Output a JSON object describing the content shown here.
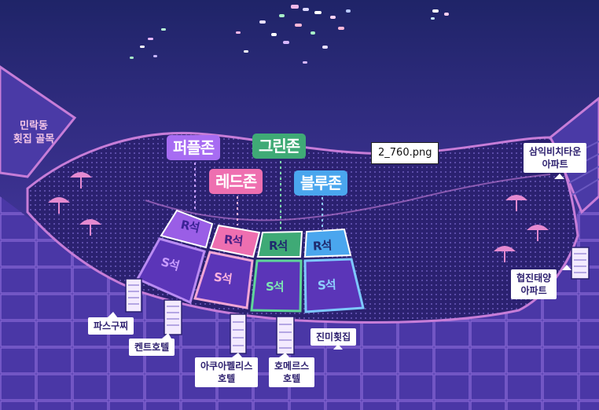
{
  "zones": {
    "purple": {
      "label": "퍼플존",
      "color": "#a76cf2"
    },
    "red": {
      "label": "레드존",
      "color": "#ee6fb0"
    },
    "green": {
      "label": "그린존",
      "color": "#3faa76"
    },
    "blue": {
      "label": "블루존",
      "color": "#4aa6ee"
    }
  },
  "seats": {
    "r_purple": "R석",
    "r_red": "R석",
    "r_green": "R석",
    "r_blue": "R석",
    "s_purple": "S석",
    "s_red": "S석",
    "s_green": "S석",
    "s_blue": "S석"
  },
  "places": {
    "minrak": "민락동\n횟집 골목",
    "samik": "삼익비치타운\n아파트",
    "hyeopjin": "협진태양\n아파트",
    "paskuchi": "파스구찌",
    "kent": "켄트호텔",
    "aqua": "아쿠아펠리스\n호텔",
    "homers": "호메르스\n호텔",
    "jinmi": "진미횟집"
  },
  "file_label": "2_760.png",
  "colors": {
    "sky_top": "#2e2a78",
    "sky_bottom": "#5b3fb0",
    "sea": "#6a4fcb",
    "land": "#3d2f94",
    "road": "#a178d8",
    "beach": "#2a2070"
  }
}
